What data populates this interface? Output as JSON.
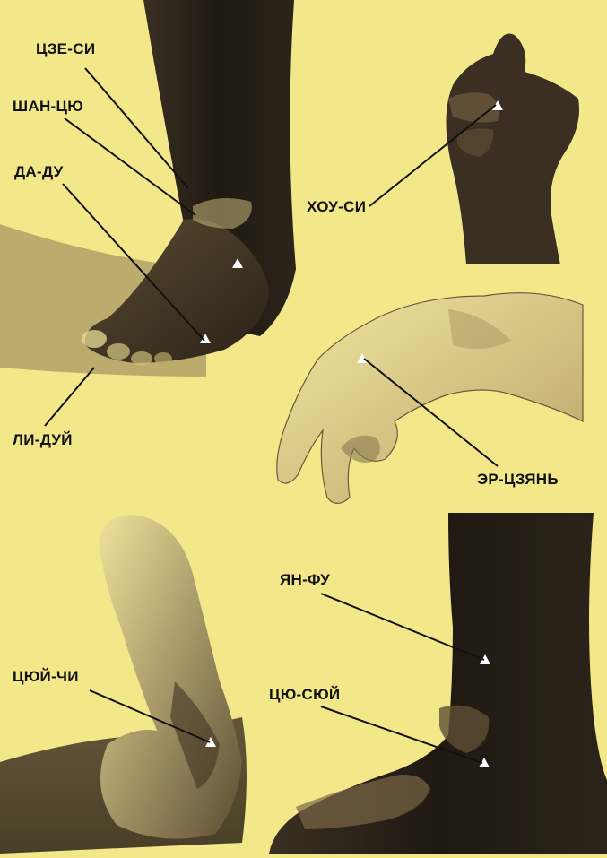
{
  "labels": {
    "tsze_si": "ЦЗЕ-СИ",
    "shan_tsyu": "ШАН-ЦЮ",
    "da_du": "ДА-ДУ",
    "li_dui": "ЛИ-ДУЙ",
    "khou_si": "ХОУ-СИ",
    "er_tszyan": "ЭР-ЦЗЯНЬ",
    "yan_fu": "ЯН-ФУ",
    "tsyui_chi": "ЦЮЙ-ЧИ",
    "tsyu_syui": "ЦЮ-СЮЙ"
  },
  "colors": {
    "paper": "#f3e889",
    "ink": "#111111",
    "skin_dark": "#2b231a",
    "skin_mid": "#6d5a3c"
  },
  "figures": [
    "foot-top-left",
    "fist-top-right",
    "hand-middle",
    "ankle-bottom-left",
    "leg-foot-bottom-right"
  ]
}
